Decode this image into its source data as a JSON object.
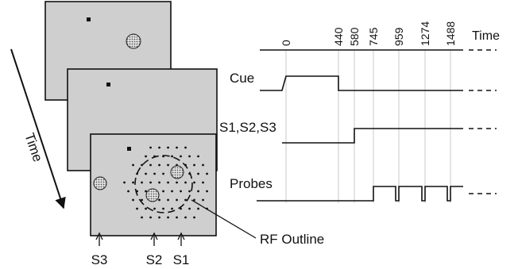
{
  "time_arrow_label": "Time",
  "timeline": {
    "axis_label": "Time",
    "ticks": [
      "0",
      "440",
      "580",
      "745",
      "959",
      "1274",
      "1488"
    ]
  },
  "traces": {
    "cue_label": "Cue",
    "stimuli_label": "S1,S2,S3",
    "probes_label": "Probes"
  },
  "stimulus": {
    "rf_label": "RF Outline",
    "s3_label": "S3",
    "s2_label": "S2",
    "s1_label": "S1"
  }
}
